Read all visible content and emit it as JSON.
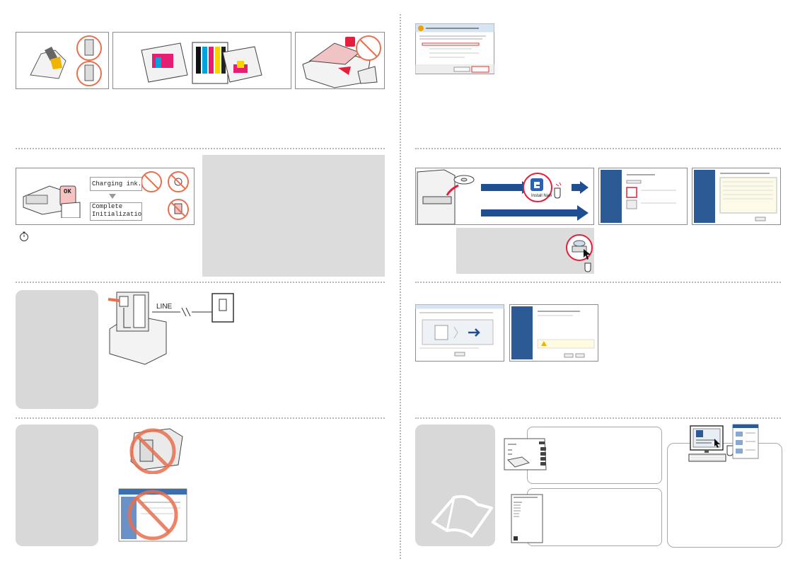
{
  "ink_section": {
    "lcd_charging": "Charging ink... Plea",
    "lcd_complete_line1": "Complete",
    "lcd_complete_line2": "Initialization is com",
    "ok_label": "OK"
  },
  "phone_section": {
    "line_label": "LINE"
  },
  "install_section": {
    "install_navi_label": "Install Navi"
  },
  "colors": {
    "arrow_blue": "#1f4e91",
    "prohibit_red": "#e8704f",
    "panel_gray": "#d8d8d8"
  }
}
